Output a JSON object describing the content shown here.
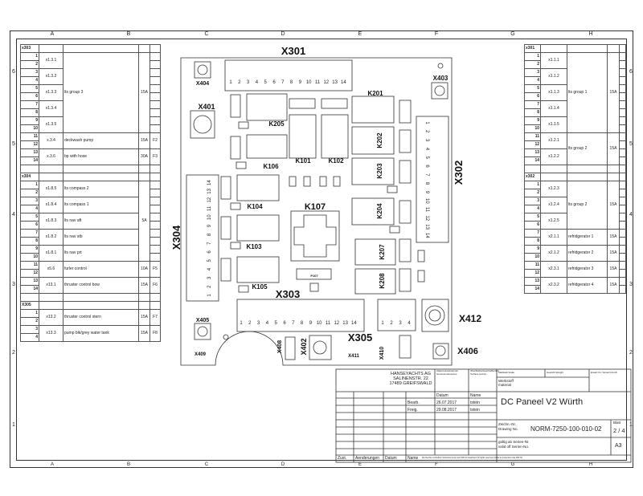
{
  "frame": {
    "columns": [
      "A",
      "B",
      "C",
      "D",
      "E",
      "F",
      "G",
      "H"
    ],
    "rows": [
      "6",
      "5",
      "4",
      "3",
      "2",
      "1"
    ]
  },
  "left_table": {
    "sections": [
      {
        "header": "x303",
        "blocks": [
          {
            "desc": "lts group 3",
            "amp": "15A",
            "entries": [
              {
                "code": "x1.3.1",
                "pins": [
                  "1",
                  "2"
                ],
                "fuse": ""
              },
              {
                "code": "x1.3.2",
                "pins": [
                  "3",
                  "4"
                ],
                "fuse": ""
              },
              {
                "code": "x1.3.3",
                "pins": [
                  "5",
                  "6"
                ],
                "fuse": ""
              },
              {
                "code": "x1.3.4",
                "pins": [
                  "7",
                  "8"
                ],
                "fuse": ""
              },
              {
                "code": "x1.3.5",
                "pins": [
                  "9",
                  "10"
                ],
                "fuse": ""
              }
            ]
          },
          {
            "desc": "deckwash pump",
            "amp": "15A",
            "entries": [
              {
                "code": "x.3.4",
                "pins": [
                  "11",
                  "12"
                ],
                "fuse": "F2"
              }
            ]
          },
          {
            "desc": "bp with hose",
            "amp": "30A",
            "entries": [
              {
                "code": "x.3.6",
                "pins": [
                  "13",
                  "14"
                ],
                "fuse": "F3"
              }
            ]
          }
        ]
      },
      {
        "header": "x304",
        "blocks": [
          {
            "desc": "lts compass 2",
            "amp": "5A",
            "ampspan": 5,
            "entries": [
              {
                "code": "x1.8.5",
                "pins": [
                  "1",
                  "2"
                ],
                "fuse": ""
              }
            ]
          },
          {
            "desc": "lts compass 1",
            "entries": [
              {
                "code": "x1.8.4",
                "pins": [
                  "3",
                  "4"
                ],
                "fuse": ""
              }
            ]
          },
          {
            "desc": "lts nav aft",
            "entries": [
              {
                "code": "x1.8.3",
                "pins": [
                  "5",
                  "6"
                ],
                "fuse": ""
              }
            ]
          },
          {
            "desc": "lts nav stb",
            "entries": [
              {
                "code": "x1.8.2",
                "pins": [
                  "7",
                  "8"
                ],
                "fuse": ""
              }
            ]
          },
          {
            "desc": "lts nav prt",
            "entries": [
              {
                "code": "x1.8.1",
                "pins": [
                  "9",
                  "10"
                ],
                "fuse": ""
              }
            ]
          },
          {
            "desc": "furler control",
            "amp": "10A",
            "entries": [
              {
                "code": "x5.6",
                "pins": [
                  "11",
                  "12"
                ],
                "fuse": "F5"
              }
            ]
          },
          {
            "desc": "thruster control bow",
            "amp": "15A",
            "entries": [
              {
                "code": "x13.1",
                "pins": [
                  "13",
                  "14"
                ],
                "fuse": "F6"
              }
            ]
          }
        ]
      },
      {
        "header": "X305",
        "blocks": [
          {
            "desc": "thruster control stern",
            "amp": "15A",
            "entries": [
              {
                "code": "x13.2",
                "pins": [
                  "1",
                  "2"
                ],
                "fuse": "F7"
              }
            ]
          },
          {
            "desc": "pump blk/grey water tank",
            "amp": "15A",
            "entries": [
              {
                "code": "x13.3",
                "pins": [
                  "3",
                  "4"
                ],
                "fuse": "F8"
              }
            ]
          }
        ]
      }
    ]
  },
  "right_table": {
    "sections": [
      {
        "header": "x301",
        "blocks": [
          {
            "desc": "lts group 1",
            "amp": "15A",
            "entries": [
              {
                "code": "x1.1.1",
                "pins": [
                  "1",
                  "2"
                ]
              },
              {
                "code": "x1.1.2",
                "pins": [
                  "3",
                  "4"
                ]
              },
              {
                "code": "x1.1.3",
                "pins": [
                  "5",
                  "6"
                ]
              },
              {
                "code": "x1.1.4",
                "pins": [
                  "7",
                  "8"
                ]
              },
              {
                "code": "x1.1.5",
                "pins": [
                  "9",
                  "10"
                ]
              }
            ]
          },
          {
            "desc": "lts group 2",
            "amp": "15A",
            "entries": [
              {
                "code": "x1.2.1",
                "pins": [
                  "11",
                  "12"
                ]
              },
              {
                "code": "x1.2.2",
                "pins": [
                  "13",
                  "14"
                ]
              }
            ]
          }
        ]
      },
      {
        "header": "x302",
        "blocks": [
          {
            "desc": "lts group 2",
            "amp": "15A",
            "entries": [
              {
                "code": "x1.2.3",
                "pins": [
                  "1",
                  "2"
                ]
              },
              {
                "code": "x1.2.4",
                "pins": [
                  "3",
                  "4"
                ]
              },
              {
                "code": "x1.2.5",
                "pins": [
                  "5",
                  "6"
                ]
              }
            ]
          },
          {
            "desc": "refridgerator 1",
            "amp": "15A",
            "entries": [
              {
                "code": "x2.1.1",
                "pins": [
                  "7",
                  "8"
                ]
              }
            ]
          },
          {
            "desc": "refridgerator 2",
            "amp": "15A",
            "entries": [
              {
                "code": "x2.1.2",
                "pins": [
                  "9",
                  "10"
                ]
              }
            ]
          },
          {
            "desc": "refridgerator 3",
            "amp": "15A",
            "entries": [
              {
                "code": "x2.3.1",
                "pins": [
                  "11",
                  "12"
                ]
              }
            ]
          },
          {
            "desc": "refridgerator 4",
            "amp": "15A",
            "entries": [
              {
                "code": "x2.3.2",
                "pins": [
                  "13",
                  "14"
                ]
              }
            ]
          }
        ]
      }
    ]
  },
  "board": {
    "labels": {
      "x301": "X301",
      "x302": "X302",
      "x303": "X303",
      "x304": "X304",
      "x305": "X305",
      "x401": "X401",
      "x402": "X402",
      "x403": "X403",
      "x404": "X404",
      "x405": "X405",
      "x406": "X406",
      "x408": "X408",
      "x409": "X409",
      "x410": "X410",
      "x411": "X411",
      "x412": "X412",
      "k101": "K101",
      "k102": "K102",
      "k103": "K103",
      "k104": "K104",
      "k105": "K105",
      "k106": "K106",
      "k107": "K107",
      "k201": "K201",
      "k202": "K202",
      "k203": "K203",
      "k204": "K204",
      "k205": "K205",
      "k207": "K207",
      "k208": "K208",
      "p107": "P107"
    },
    "terminals14": [
      "1",
      "2",
      "3",
      "4",
      "5",
      "6",
      "7",
      "8",
      "9",
      "10",
      "11",
      "12",
      "13",
      "14"
    ],
    "terminals4": [
      "1",
      "2",
      "3",
      "4"
    ]
  },
  "title_block": {
    "company": [
      "HANSEYACHTS AG",
      "SALINENSTR. 22",
      "17489 GREIFSWALD"
    ],
    "tolerance_label": "Allgemeintoleranzen General tolerances",
    "surface_label": "Oberflächenbeschaffenheit Surface texture",
    "scale_label": "Maßstab Scale",
    "weight_label": "Gewicht Weight",
    "replace_label": "Ersatz für / Ersetzt durch",
    "material_label": "Werkstoff",
    "material_label_en": "material",
    "datum_header": "Datum",
    "name_header": "Name",
    "bearb_label": "Bearb.",
    "bearb_date": "26.07.2017",
    "bearb_name": "tstein",
    "freig_label": "Freig.",
    "freig_date": "29.08.2017",
    "freig_name": "tstein",
    "title": "DC Paneel V2 Würth",
    "drawing_label": "Zeichn.-Nr.",
    "drawing_label_en": "Drawing No.",
    "drawing_no": "NORM-7250-100-010-02",
    "sheet_label": "Blatt",
    "sheet": "2 / 4",
    "format": "A3",
    "valid_label": "gültig ab Serien-Nr.",
    "valid_label_en": "valid off Serien-No.",
    "zust": "Zust.",
    "aenderungen": "Aenderungen",
    "datum": "Datum",
    "name": "Name",
    "copyright": "Die Rechte verbleiben Schutzvermerk nach DIN 34 beachten! All rights reserved. Refer to protection note DIN 34"
  }
}
